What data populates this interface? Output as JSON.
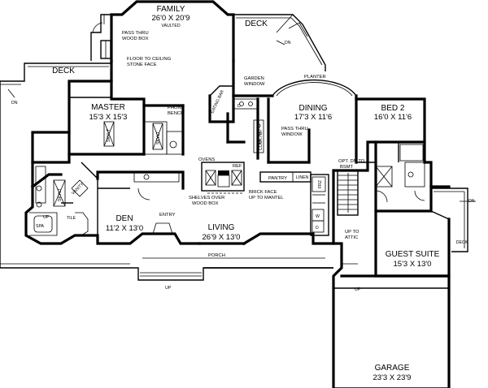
{
  "rooms": {
    "family": {
      "name": "FAMILY",
      "dim": "26'0 X 20'9",
      "note": "VAULTED"
    },
    "deck_top": {
      "name": "DECK"
    },
    "deck_left": {
      "name": "DECK"
    },
    "deck_right": {
      "name": "DECK"
    },
    "master": {
      "name": "MASTER",
      "dim": "15'3 X 15'3"
    },
    "dining": {
      "name": "DINING",
      "dim": "17'3 X 11'6"
    },
    "bed2": {
      "name": "BED 2",
      "dim": "16'0 X 11'6"
    },
    "den": {
      "name": "DEN",
      "dim": "11'2 X 13'0"
    },
    "living": {
      "name": "LIVING",
      "dim": "26'9 X 13'0"
    },
    "guest": {
      "name": "GUEST SUITE",
      "dim": "15'3 X 13'0"
    },
    "garage": {
      "name": "GARAGE",
      "dim": "23'3 X 23'9"
    }
  },
  "notes": {
    "pass_thru_wood_box": [
      "PASS THRU",
      "WOOD BOX"
    ],
    "floor_to_ceiling": [
      "FLOOR TO CEILING",
      "STONE FACE"
    ],
    "garden_window": [
      "GARDEN",
      "WINDOW"
    ],
    "planter": "PLANTER",
    "phone_bench": [
      "PHONE",
      "BENCH"
    ],
    "eating_bar": "EATING BAR",
    "pass_thru_window": [
      "PASS THRU",
      "WINDOW"
    ],
    "cooktop": "COOKTOP",
    "ovens": "OVENS",
    "ref": "REF",
    "shelves": [
      "SHELVES OVER",
      "WOOD BOX"
    ],
    "brick_face": [
      "BRICK FACE",
      "UP TO MANTEL"
    ],
    "pantry": "PANTRY",
    "linen": "LINEN",
    "opt_dn": [
      "OPT. DN TO",
      "BSMT"
    ],
    "up_to_attic": [
      "UP TO",
      "ATTIC"
    ],
    "entry": "ENTRY",
    "porch": "PORCH",
    "skylt": "SKYLT",
    "vanity": "VANITY",
    "spa": "SPA",
    "tile": "TILE",
    "frz": "FRZ",
    "w": "W",
    "d": "D",
    "dn": "DN",
    "up": "UP"
  }
}
